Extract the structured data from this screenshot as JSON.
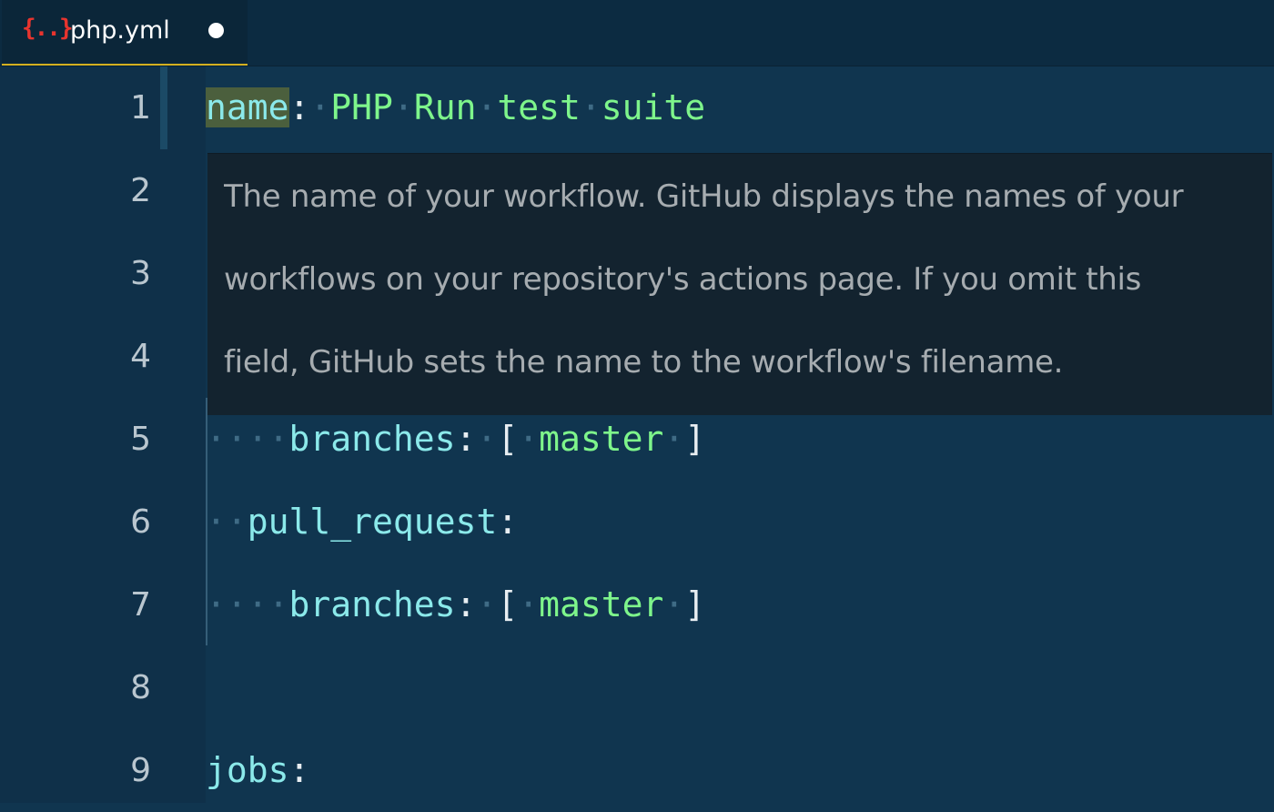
{
  "tab": {
    "icon": "{..}",
    "icon_name": "json-braces-icon",
    "filename": "php.yml",
    "modified_indicator": "unsaved-dot-icon"
  },
  "colors": {
    "accent_underline": "#d4b021",
    "key": "#8be9ea",
    "string": "#7ef58b",
    "background": "#10354f",
    "tooltip_bg": "#13232f"
  },
  "gutter": {
    "line_numbers": [
      "1",
      "2",
      "3",
      "4",
      "5",
      "6",
      "7",
      "8",
      "9"
    ]
  },
  "code": {
    "line1": {
      "key": "name",
      "colon": ":",
      "value_parts": [
        "PHP",
        "Run",
        "test",
        "suite"
      ]
    },
    "line5": {
      "key": "branches",
      "colon": ":",
      "open": "[",
      "value": "master",
      "close": "]"
    },
    "line6": {
      "key": "pull_request",
      "colon": ":"
    },
    "line7": {
      "key": "branches",
      "colon": ":",
      "open": "[",
      "value": "master",
      "close": "]"
    },
    "line9": {
      "key": "jobs",
      "colon": ":"
    }
  },
  "tooltip": {
    "lines": [
      "The name of your workflow. GitHub displays the names of your",
      "workflows on your repository's actions page. If you omit this",
      "field, GitHub sets the name to the workflow's filename."
    ]
  }
}
